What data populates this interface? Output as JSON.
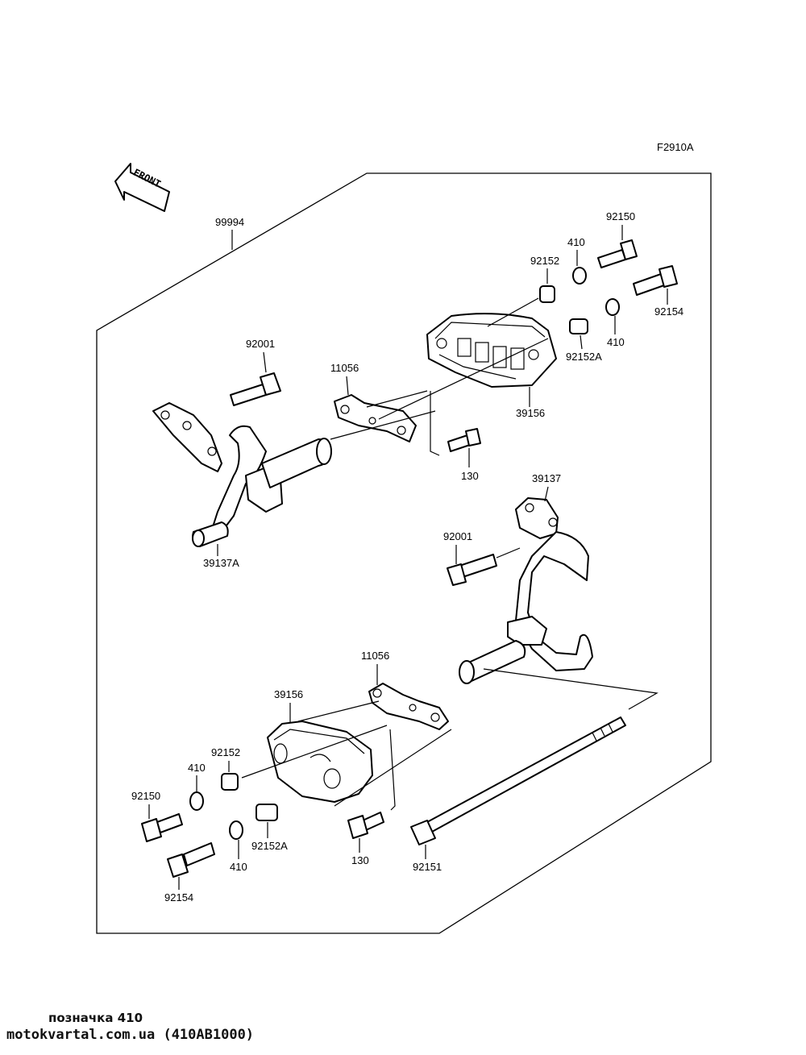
{
  "figure_code": "F2910A",
  "front_arrow_label": "FRONT",
  "labels": {
    "kit": "99994",
    "bolt_top_right": "92150",
    "washer_top_1": "410",
    "collar_top": "92152",
    "bolt_top_right_2": "92154",
    "washer_top_2": "410",
    "collar_top_a": "92152A",
    "slider_top": "39156",
    "bolt_upper": "92001",
    "bracket_upper": "11056",
    "bolt_upper_small": "130",
    "frame_bracket_a": "39137A",
    "frame_bracket": "39137",
    "bolt_mid": "92001",
    "bracket_lower": "11056",
    "slider_lower": "39156",
    "collar_lower": "92152",
    "washer_lower_1": "410",
    "bolt_lower_left": "92150",
    "collar_lower_a": "92152A",
    "washer_lower_2": "410",
    "bolt_lower_small": "130",
    "long_bolt": "92151",
    "bolt_lower_left_2": "92154"
  },
  "footer": {
    "note": "позначка 410",
    "source": "motokvartal.com.ua (410AB1000)"
  }
}
